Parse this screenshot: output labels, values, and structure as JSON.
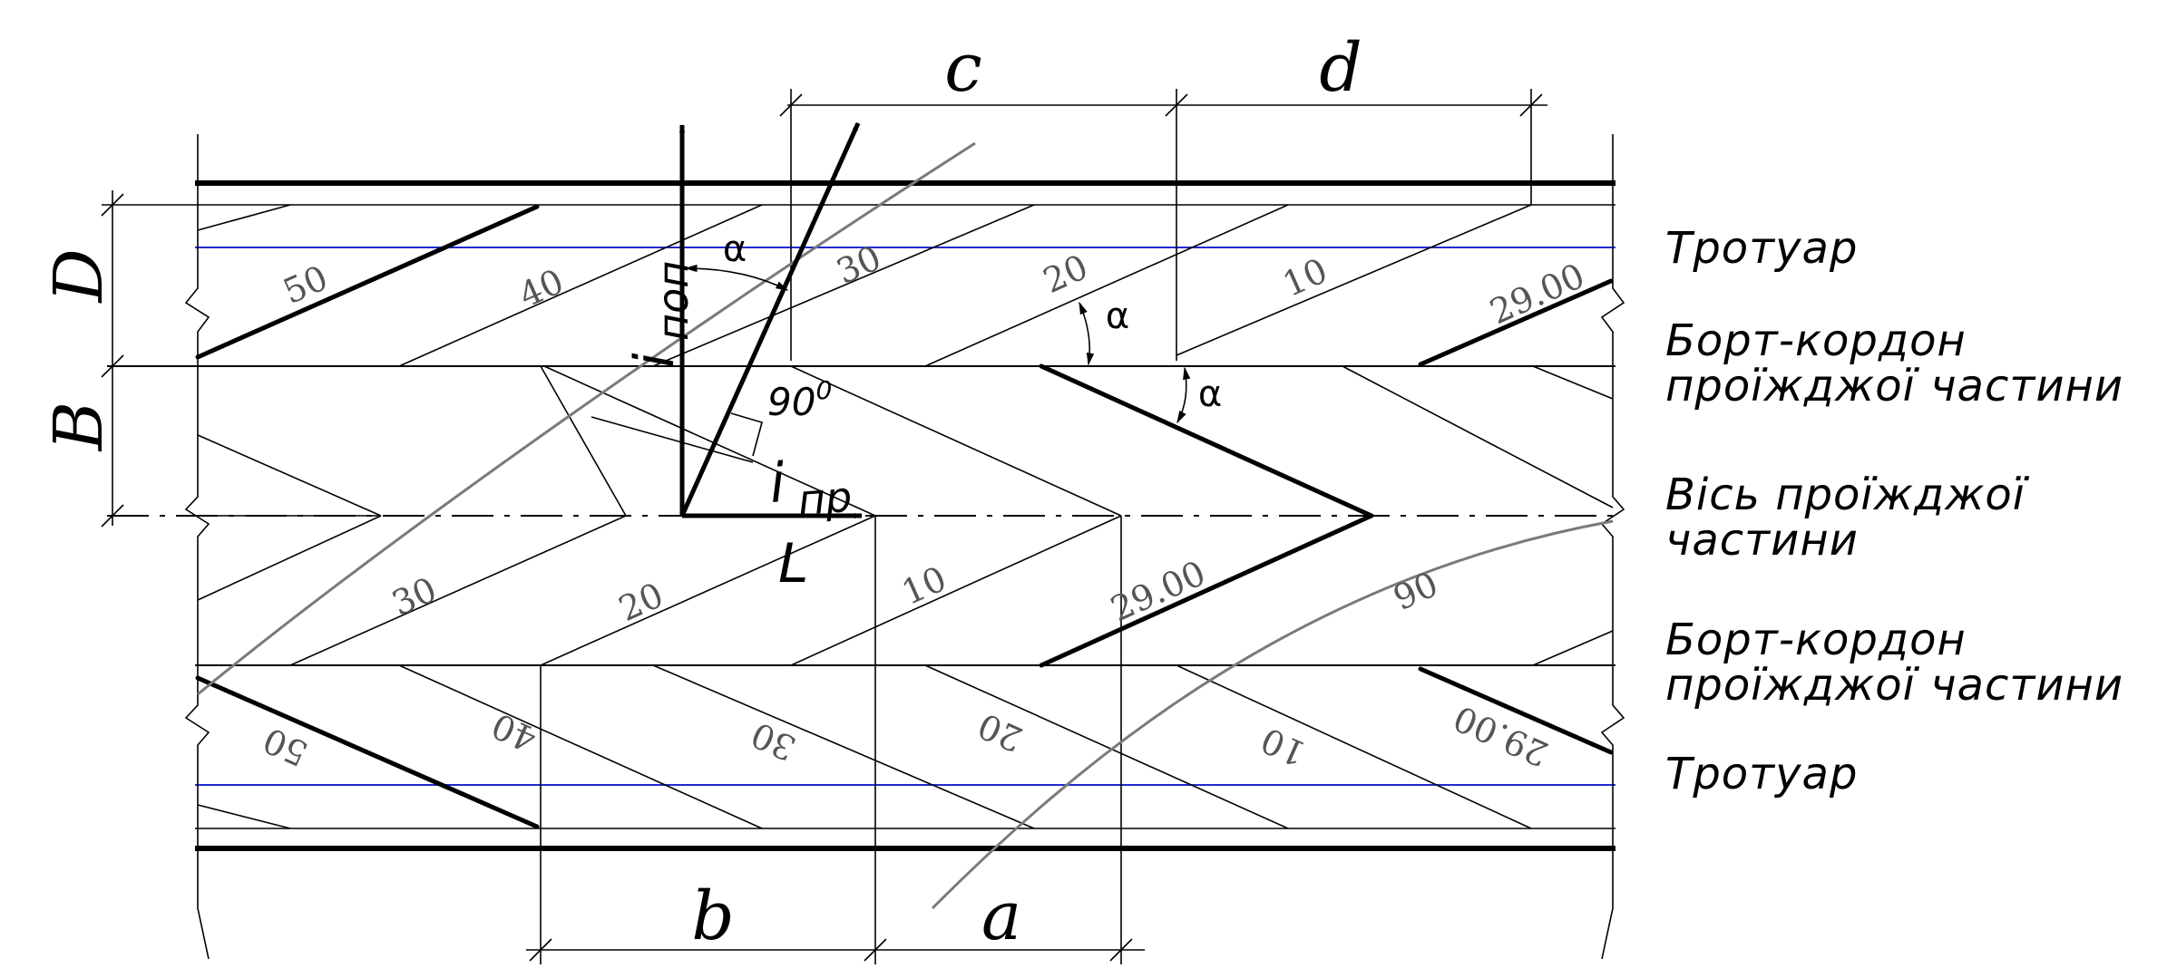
{
  "dimensions": {
    "c": "c",
    "d": "d",
    "b": "b",
    "a": "a",
    "D": "D",
    "B": "B"
  },
  "vectors": {
    "transverse_main": "i",
    "transverse_sub": "поп",
    "longitudinal_main": "i",
    "longitudinal_sub": "пр",
    "length": "L"
  },
  "angles": {
    "alpha": "α",
    "right_angle": "90",
    "right_angle_sup": "0"
  },
  "contours": {
    "sidewalk_top": [
      "50",
      "40",
      "30",
      "20",
      "10",
      "29.00"
    ],
    "carriageway": [
      "30",
      "20",
      "10",
      "29.00",
      "90"
    ],
    "sidewalk_bottom": [
      "50",
      "40",
      "30",
      "20",
      "10",
      "29.00"
    ]
  },
  "labels": {
    "sidewalk_top": "Тротуар",
    "curb_top_1": "Борт-кордон",
    "curb_top_2": "проїжджої частини",
    "axis_1": "Вісь проїжджої",
    "axis_2": "частини",
    "curb_bottom_1": "Борт-кордон",
    "curb_bottom_2": "проїжджої частини",
    "sidewalk_bottom": "Тротуар"
  }
}
